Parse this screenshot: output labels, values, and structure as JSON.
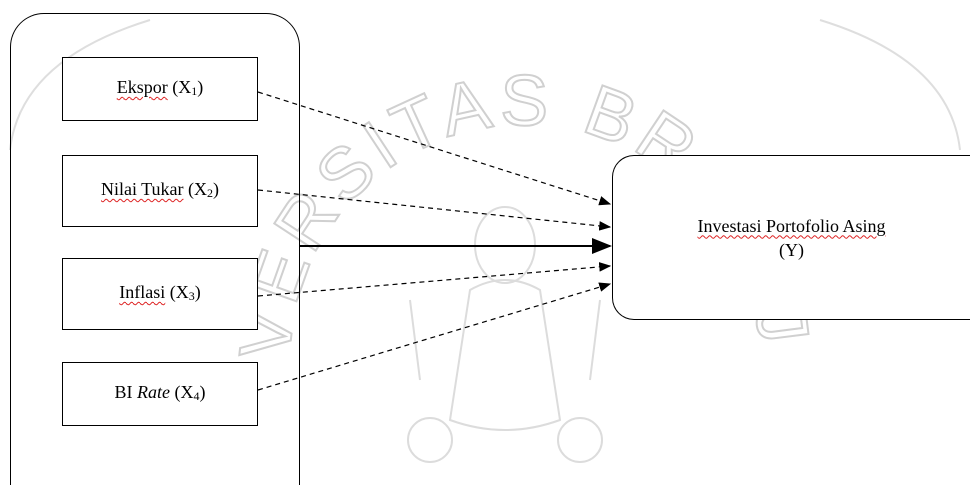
{
  "watermark": "UNIVERSITAS BRAWIJAYA",
  "independents": [
    {
      "name": "Ekspor",
      "code": "X",
      "sub": "1",
      "squiggle": true,
      "italic": false
    },
    {
      "name": "Nilai Tukar",
      "code": "X",
      "sub": "2",
      "squiggle": true,
      "italic": false
    },
    {
      "name": "Inflasi",
      "code": "X",
      "sub": "3",
      "squiggle": true,
      "italic": false
    },
    {
      "prefix": "BI ",
      "name": "Rate",
      "code": "X",
      "sub": "4",
      "squiggle": false,
      "italic": true
    }
  ],
  "dependent": {
    "name": "Investasi Portofolio Asing",
    "code": "(Y)"
  },
  "colors": {
    "line": "#000000",
    "watermark": "#d8d8d8",
    "spellcheck": "#dd2222"
  }
}
